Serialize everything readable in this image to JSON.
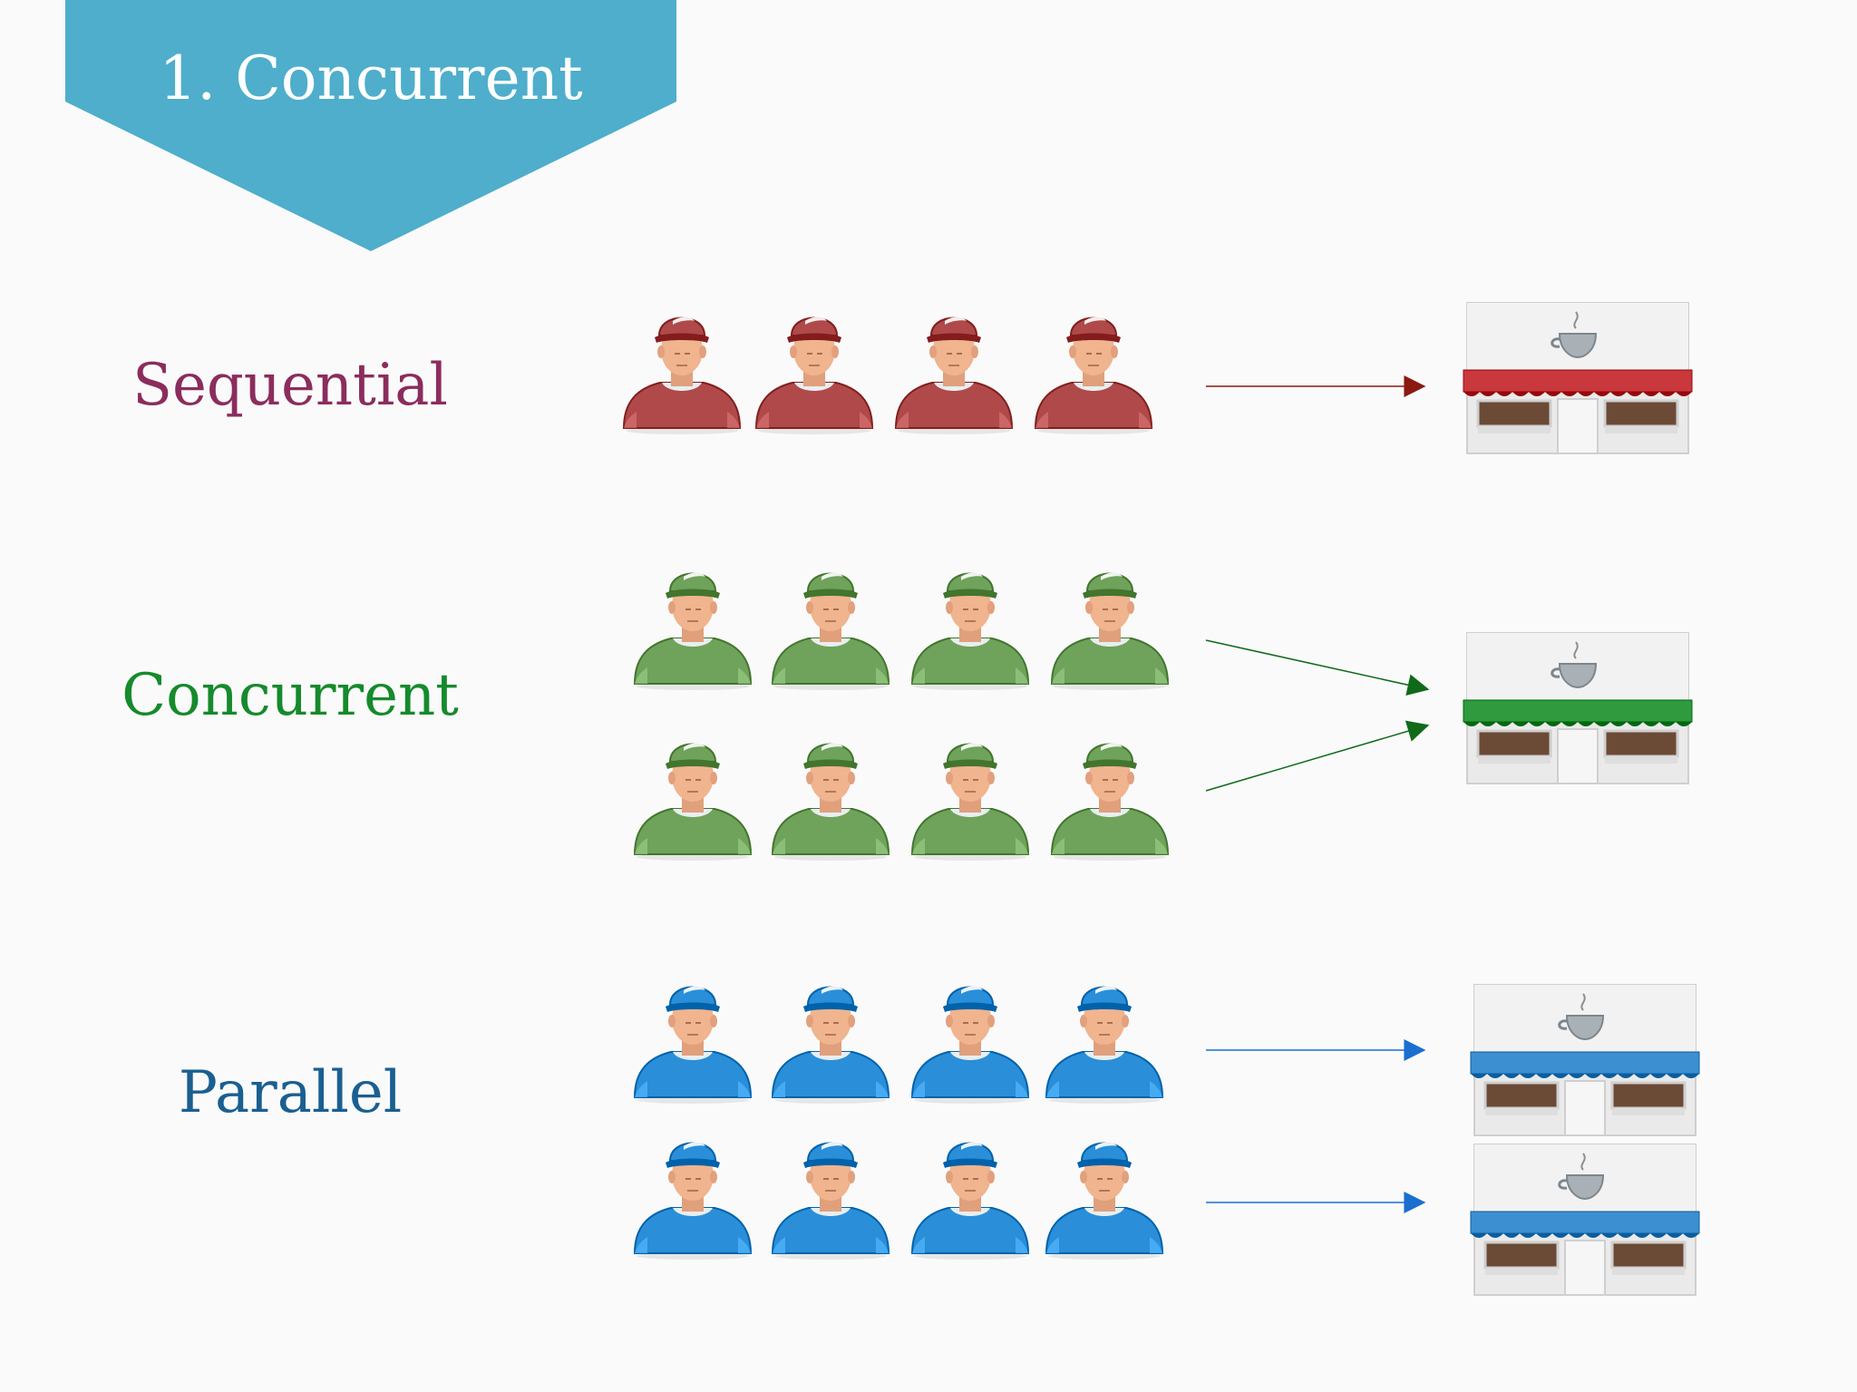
{
  "title": "1. Concurrent",
  "colors": {
    "banner": "#4eaecb",
    "sequential": "#8b2d5c",
    "concurrent": "#168a2c",
    "parallel": "#1a5f91",
    "person_red": "#b04a4a",
    "person_green": "#6fa25a",
    "person_blue": "#2a8fd8",
    "awning_red": "#c9383c",
    "awning_green": "#2f9a3e",
    "awning_blue": "#3c8fd0",
    "arrow_red": "#8a1a12",
    "arrow_green": "#106a1a",
    "arrow_blue": "#1a6fcf"
  },
  "rows": [
    {
      "key": "sequential",
      "label": "Sequential",
      "worker_rows": 1,
      "workers_per_row": 4,
      "shops": 1,
      "icons": [
        "worker-icon",
        "coffee-shop-icon"
      ]
    },
    {
      "key": "concurrent",
      "label": "Concurrent",
      "worker_rows": 2,
      "workers_per_row": 4,
      "shops": 1,
      "icons": [
        "worker-icon",
        "coffee-shop-icon"
      ]
    },
    {
      "key": "parallel",
      "label": "Parallel",
      "worker_rows": 2,
      "workers_per_row": 4,
      "shops": 2,
      "icons": [
        "worker-icon",
        "coffee-shop-icon"
      ]
    }
  ]
}
